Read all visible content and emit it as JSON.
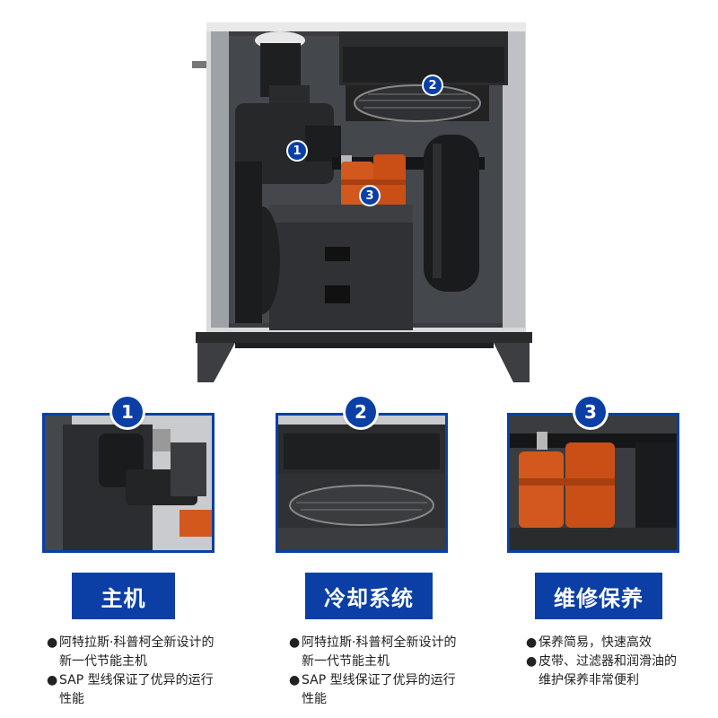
{
  "markers": [
    "1",
    "2",
    "3"
  ],
  "features": [
    {
      "number": "1",
      "title": "主机",
      "bullets": [
        {
          "bullet": "●",
          "text": "阿特拉斯·科普柯全新设计的新一代节能主机"
        },
        {
          "bullet": "●",
          "text": "SAP 型线保证了优异的运行性能"
        }
      ]
    },
    {
      "number": "2",
      "title": "冷却系统",
      "bullets": [
        {
          "bullet": "●",
          "text": "阿特拉斯·科普柯全新设计的新一代节能主机"
        },
        {
          "bullet": "●",
          "text": "SAP 型线保证了优异的运行性能"
        }
      ]
    },
    {
      "number": "3",
      "title": "维修保养",
      "bullets": [
        {
          "bullet": "●",
          "text": "保养简易，快速高效"
        },
        {
          "bullet": "●",
          "text": "皮带、过滤器和润滑油的维护保养非常便利"
        }
      ]
    }
  ]
}
